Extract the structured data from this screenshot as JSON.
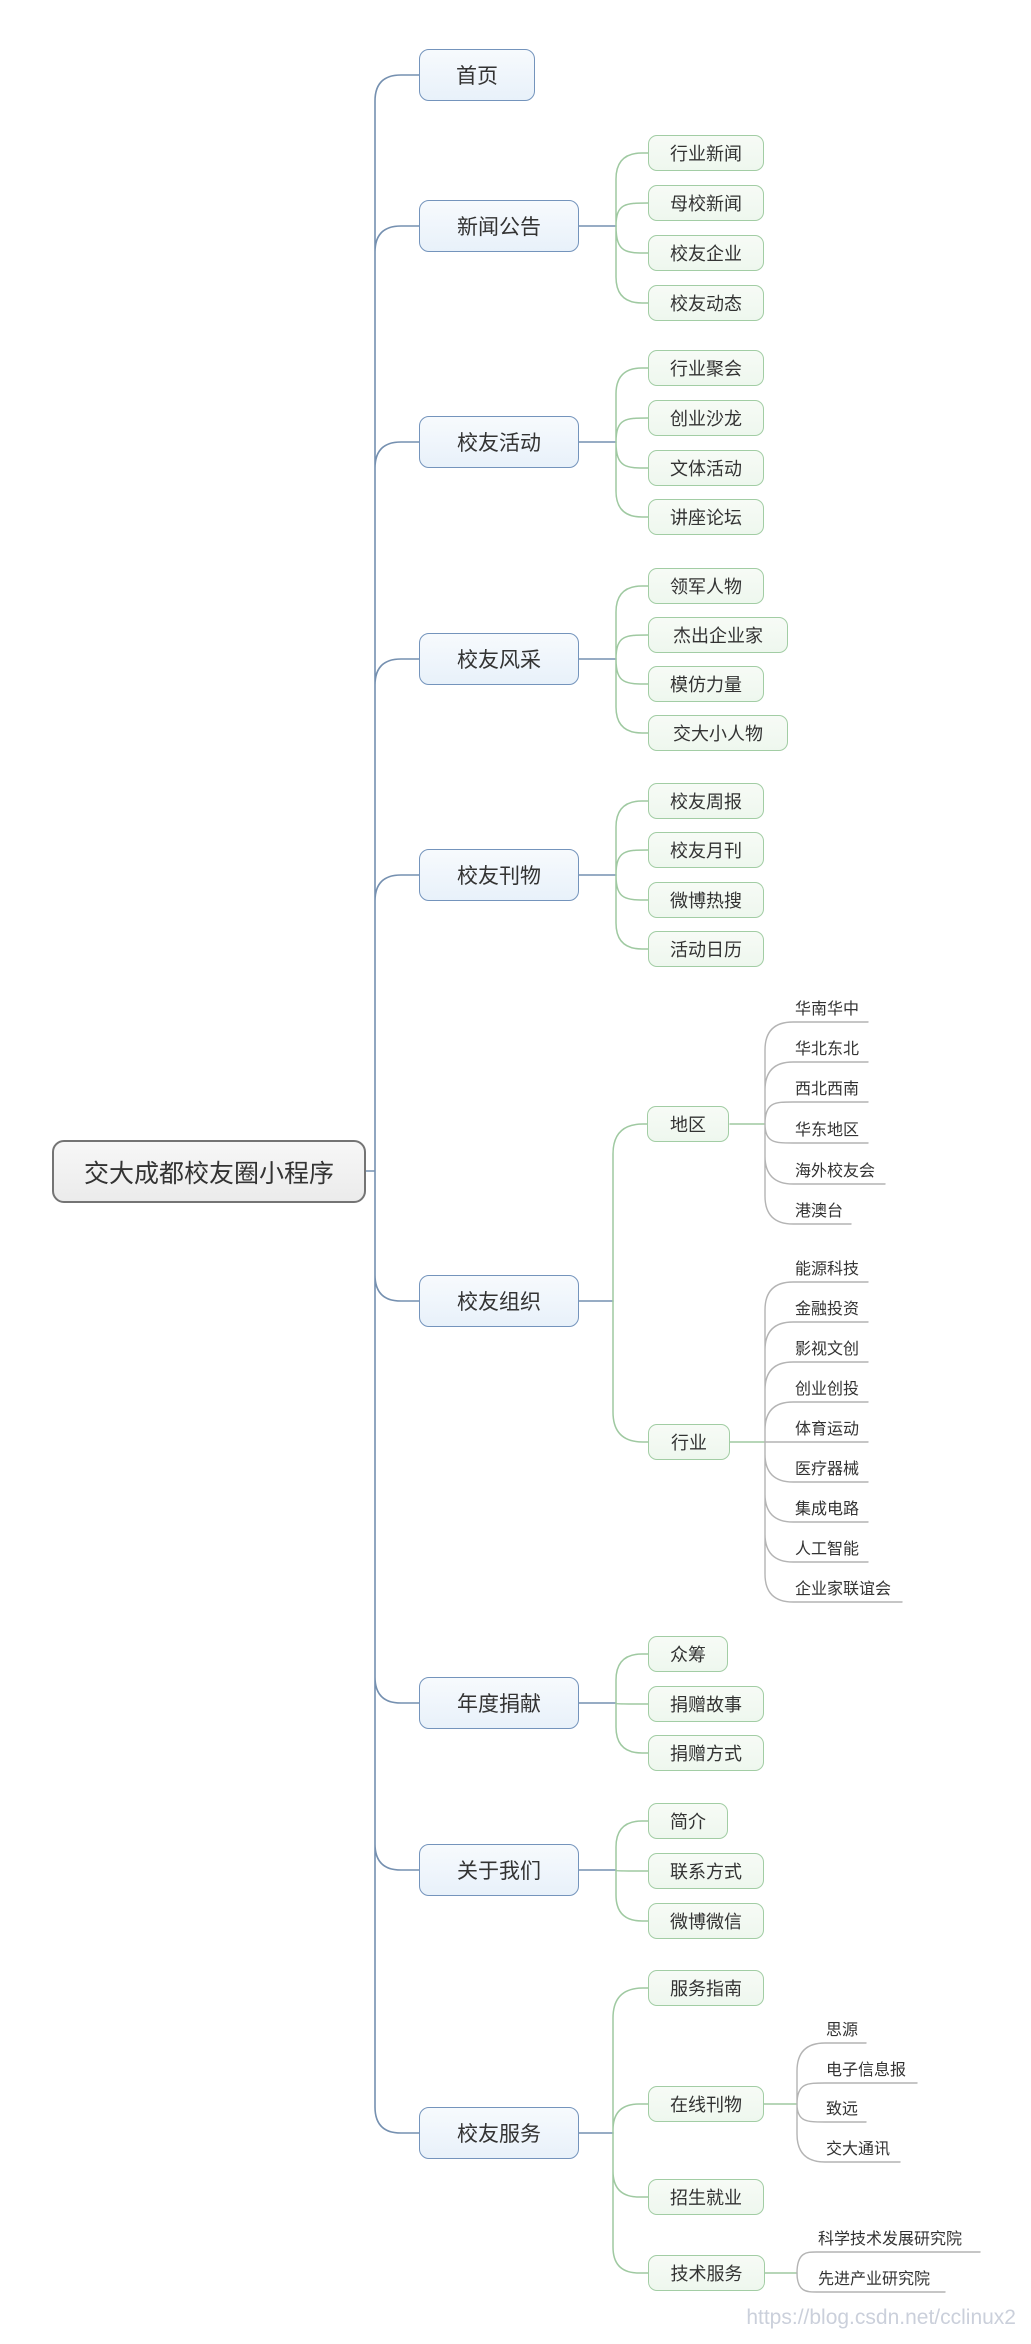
{
  "root": {
    "label": "交大成都校友圈小程序"
  },
  "branches": [
    {
      "label": "首页",
      "children": []
    },
    {
      "label": "新闻公告",
      "children": [
        {
          "label": "行业新闻"
        },
        {
          "label": "母校新闻"
        },
        {
          "label": "校友企业"
        },
        {
          "label": "校友动态"
        }
      ]
    },
    {
      "label": "校友活动",
      "children": [
        {
          "label": "行业聚会"
        },
        {
          "label": "创业沙龙"
        },
        {
          "label": "文体活动"
        },
        {
          "label": "讲座论坛"
        }
      ]
    },
    {
      "label": "校友风采",
      "children": [
        {
          "label": "领军人物"
        },
        {
          "label": "杰出企业家"
        },
        {
          "label": "模仿力量"
        },
        {
          "label": "交大小人物"
        }
      ]
    },
    {
      "label": "校友刊物",
      "children": [
        {
          "label": "校友周报"
        },
        {
          "label": "校友月刊"
        },
        {
          "label": "微博热搜"
        },
        {
          "label": "活动日历"
        }
      ]
    },
    {
      "label": "校友组织",
      "children": [
        {
          "label": "地区",
          "children": [
            {
              "label": "华南华中"
            },
            {
              "label": "华北东北"
            },
            {
              "label": "西北西南"
            },
            {
              "label": "华东地区"
            },
            {
              "label": "海外校友会"
            },
            {
              "label": "港澳台"
            }
          ]
        },
        {
          "label": "行业",
          "children": [
            {
              "label": "能源科技"
            },
            {
              "label": "金融投资"
            },
            {
              "label": "影视文创"
            },
            {
              "label": "创业创投"
            },
            {
              "label": "体育运动"
            },
            {
              "label": "医疗器械"
            },
            {
              "label": "集成电路"
            },
            {
              "label": "人工智能"
            },
            {
              "label": "企业家联谊会"
            }
          ]
        }
      ]
    },
    {
      "label": "年度捐献",
      "children": [
        {
          "label": "众筹"
        },
        {
          "label": "捐赠故事"
        },
        {
          "label": "捐赠方式"
        }
      ]
    },
    {
      "label": "关于我们",
      "children": [
        {
          "label": "简介"
        },
        {
          "label": "联系方式"
        },
        {
          "label": "微博微信"
        }
      ]
    },
    {
      "label": "校友服务",
      "children": [
        {
          "label": "服务指南"
        },
        {
          "label": "在线刊物",
          "children": [
            {
              "label": "思源"
            },
            {
              "label": "电子信息报"
            },
            {
              "label": "致远"
            },
            {
              "label": "交大通讯"
            }
          ]
        },
        {
          "label": "招生就业"
        },
        {
          "label": "技术服务",
          "children": [
            {
              "label": "科学技术发展研究院"
            },
            {
              "label": "先进产业研究院"
            }
          ]
        }
      ]
    }
  ],
  "watermark": "https://blog.csdn.net/cclinux2",
  "colors": {
    "branch_line": "#7590b0",
    "child_line": "#9fc9a1",
    "leaf_line": "#b4b4b4",
    "branch_border": "#7494bc",
    "branch_fill": "#e8f1fa",
    "child_border": "#a2cda4",
    "child_fill": "#eef7ee",
    "root_border": "#747474",
    "root_fill": "#ebebeb",
    "text": "#333333",
    "watermark": "#cbd0db"
  }
}
